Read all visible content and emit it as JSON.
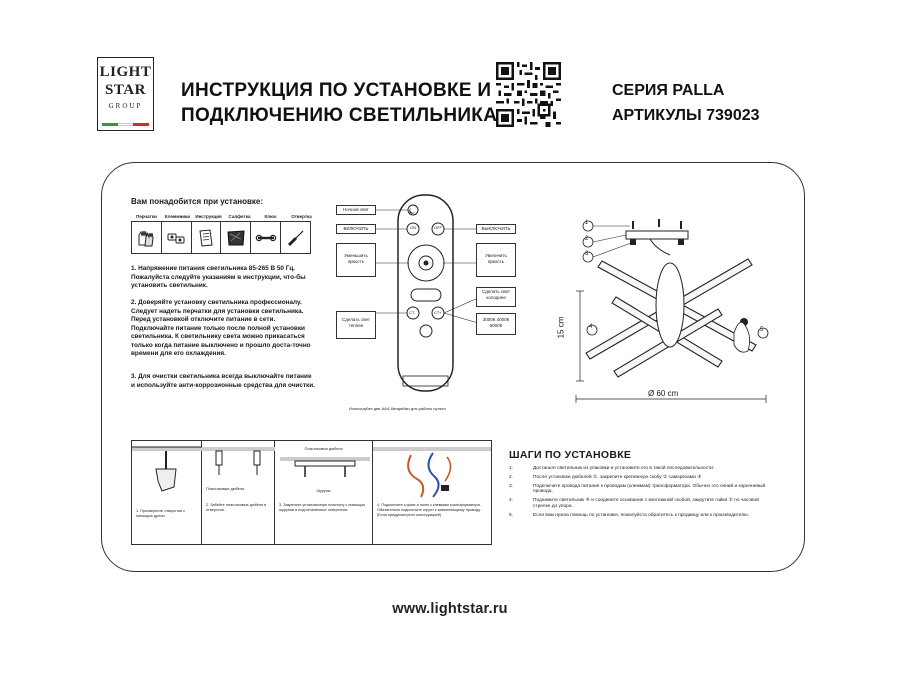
{
  "header": {
    "logo": {
      "line1": "LIGHT",
      "line2": "STAR",
      "line3": "GROUP"
    },
    "title_line1": "ИНСТРУКЦИЯ ПО УСТАНОВКЕ И",
    "title_line2": "ПОДКЛЮЧЕНИЮ СВЕТИЛЬНИКА",
    "series": "СЕРИЯ PALLA",
    "articles": "АРТИКУЛЫ 739023",
    "flag_colors": [
      "#2e9a46",
      "#ffffff",
      "#d42a2a"
    ]
  },
  "tools": {
    "title": "Вам понадобится при установке:",
    "labels": [
      "Перчатки",
      "Клеммники",
      "Инструкция",
      "Салфетка",
      "Ключ",
      "Отвертка"
    ]
  },
  "instructions": {
    "p1": "1. Напряжение питания светильника 85-265 В 50 Гц. Пожалуйста следуйте указаниям в инструкции, что-бы установить светильник.",
    "p2": "2. Доверяйте установку светильника профессионалу. Следует надеть перчатки для установки светильника. Перед установкой отключите питание в сети. Подключайте питание только после полной установки светильника. К светильнику света можно прикасаться только когда питание выключено и прошло доста-точно времени для его охлаждения.",
    "p3": "3. Для очистки светильника всегда выключайте питание и используйте анти-коррозионные средства для очистки."
  },
  "remote": {
    "labels": {
      "night": "Ночной свет",
      "on": "ВКЛЮЧИТЬ",
      "off": "ВЫКЛЮЧИТЬ",
      "decrease": "Уменьшить яркость",
      "increase": "Увеличить яркость",
      "cct": "Сделать свет холоднее",
      "warm": "Сделать свет теплее",
      "temps": "3000К 4000К 6000К"
    },
    "buttons": {
      "on": "ON",
      "off": "OFF",
      "ct_minus": "CT-",
      "ct_plus": "CT+"
    },
    "battery_note": "Используйте две ААА батарейки для работы пульта"
  },
  "diagram": {
    "callouts": [
      "1",
      "2",
      "3",
      "4",
      "5"
    ],
    "height_label": "15 cm",
    "diameter_label": "Ø 60 cm"
  },
  "install_steps": {
    "cells": [
      {
        "caption": "1. Просверлите отверстия с помощью дрели."
      },
      {
        "label": "Пластиковые дюбеля",
        "caption": "2. Забейте пластиковые дюбеля в отверстия."
      },
      {
        "label_top": "Пластиковые дюбеля",
        "label_bottom": "Шурупы",
        "caption": "3. Закрепите установочную пластину с помощью шурупов в подготовленных отверстиях."
      },
      {
        "caption": "4. Подключите к фазе и нолю к клеммам трансформатора. Обязательно подключите кгрунт к заземляющему проводу. (Если предусмотрено конструкцией)"
      }
    ]
  },
  "steps": {
    "title": "ШАГИ ПО УСТАНОВКЕ",
    "items": [
      {
        "n": "1.",
        "text": "Достаньте светильник из упаковки и установите его в такой последовательности:"
      },
      {
        "n": "2.",
        "text": "После установки дюбелей ①, закрепите крепежную скобу ② саморезами ③"
      },
      {
        "n": "3.",
        "text": "Подключите провода питания к проводам (клеммам) трансформатора. Обычно это синий и коричневый провода."
      },
      {
        "n": "4.",
        "text": "Поднимите светильник ④ и соедините основание с монтажной скобой, закрутите гайки ⑤ по часовой стрелке до упора."
      },
      {
        "n": "5.",
        "text": "Если вам нужна помощь по установке, пожалуйста обратитесь к продавцу или к производителю."
      }
    ]
  },
  "footer": {
    "url": "www.lightstar.ru"
  }
}
